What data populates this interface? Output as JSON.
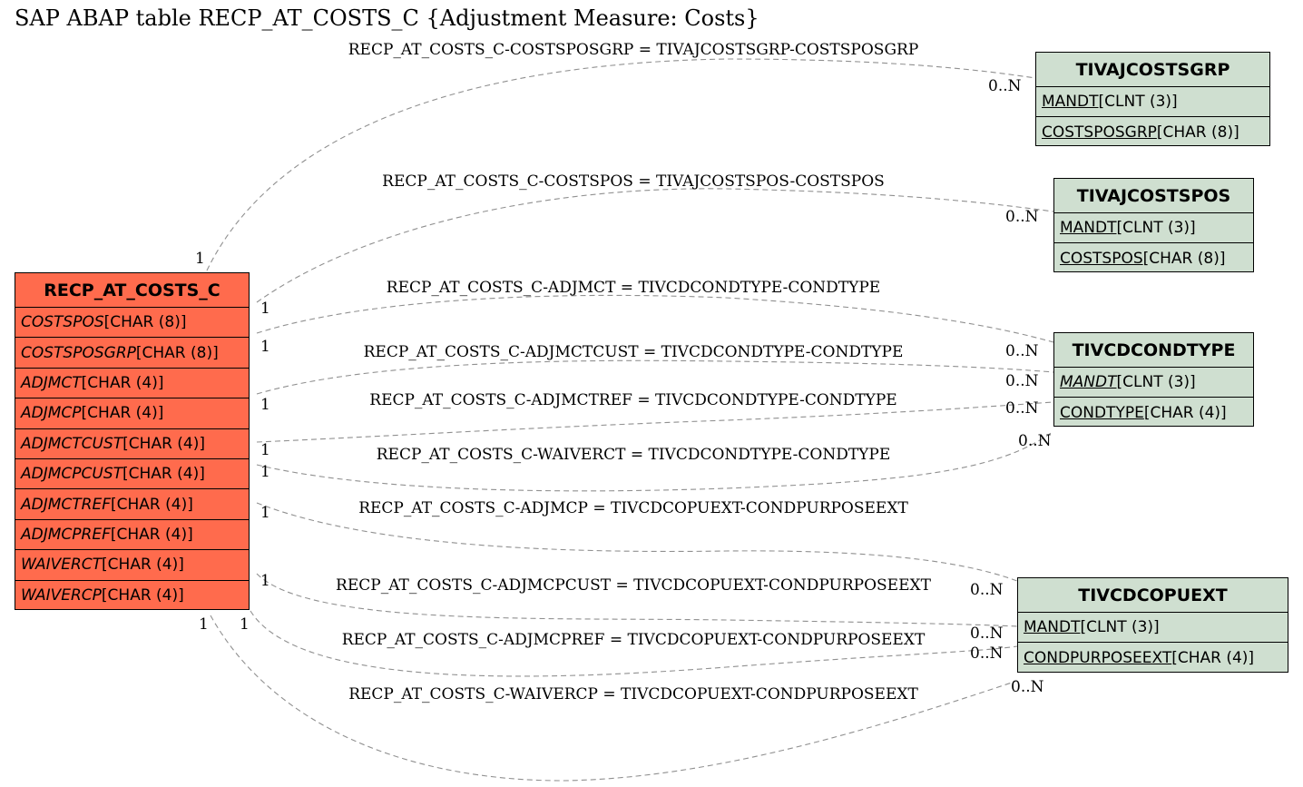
{
  "title": "SAP ABAP table RECP_AT_COSTS_C {Adjustment Measure: Costs}",
  "colors": {
    "main_table": "#ff6b4d",
    "ref_table": "#cfdfd0",
    "link": "#909090"
  },
  "main_table": {
    "name": "RECP_AT_COSTS_C",
    "fields": [
      {
        "name": "COSTSPOS",
        "type": " [CHAR (8)]"
      },
      {
        "name": "COSTSPOSGRP",
        "type": " [CHAR (8)]"
      },
      {
        "name": "ADJMCT",
        "type": " [CHAR (4)]"
      },
      {
        "name": "ADJMCP",
        "type": " [CHAR (4)]"
      },
      {
        "name": "ADJMCTCUST",
        "type": " [CHAR (4)]"
      },
      {
        "name": "ADJMCPCUST",
        "type": " [CHAR (4)]"
      },
      {
        "name": "ADJMCTREF",
        "type": " [CHAR (4)]"
      },
      {
        "name": "ADJMCPREF",
        "type": " [CHAR (4)]"
      },
      {
        "name": "WAIVERCT",
        "type": " [CHAR (4)]"
      },
      {
        "name": "WAIVERCP",
        "type": " [CHAR (4)]"
      }
    ]
  },
  "ref_tables": [
    {
      "name": "TIVAJCOSTSGRP",
      "fields": [
        {
          "name": "MANDT",
          "type": " [CLNT (3)]"
        },
        {
          "name": "COSTSPOSGRP",
          "type": " [CHAR (8)]"
        }
      ]
    },
    {
      "name": "TIVAJCOSTSPOS",
      "fields": [
        {
          "name": "MANDT",
          "type": " [CLNT (3)]"
        },
        {
          "name": "COSTSPOS",
          "type": " [CHAR (8)]"
        }
      ]
    },
    {
      "name": "TIVCDCONDTYPE",
      "fields": [
        {
          "name": "MANDT",
          "type": " [CLNT (3)]"
        },
        {
          "name": "CONDTYPE",
          "type": " [CHAR (4)]"
        }
      ]
    },
    {
      "name": "TIVCDCOPUEXT",
      "fields": [
        {
          "name": "MANDT",
          "type": " [CLNT (3)]"
        },
        {
          "name": "CONDPURPOSEEXT",
          "type": " [CHAR (4)]"
        }
      ]
    }
  ],
  "relationships": [
    {
      "label": "RECP_AT_COSTS_C-COSTSPOSGRP = TIVAJCOSTSGRP-COSTSPOSGRP",
      "from_card": "1",
      "to_card": "0..N"
    },
    {
      "label": "RECP_AT_COSTS_C-COSTSPOS = TIVAJCOSTSPOS-COSTSPOS",
      "from_card": "1",
      "to_card": "0..N"
    },
    {
      "label": "RECP_AT_COSTS_C-ADJMCT = TIVCDCONDTYPE-CONDTYPE",
      "from_card": "1",
      "to_card": "0..N"
    },
    {
      "label": "RECP_AT_COSTS_C-ADJMCTCUST = TIVCDCONDTYPE-CONDTYPE",
      "from_card": "1",
      "to_card": "0..N"
    },
    {
      "label": "RECP_AT_COSTS_C-ADJMCTREF = TIVCDCONDTYPE-CONDTYPE",
      "from_card": "1",
      "to_card": "0..N"
    },
    {
      "label": "RECP_AT_COSTS_C-WAIVERCT = TIVCDCONDTYPE-CONDTYPE",
      "from_card": "1",
      "to_card": "0..N"
    },
    {
      "label": "RECP_AT_COSTS_C-ADJMCP = TIVCDCOPUEXT-CONDPURPOSEEXT",
      "from_card": "1",
      "to_card": "0..N"
    },
    {
      "label": "RECP_AT_COSTS_C-ADJMCPCUST = TIVCDCOPUEXT-CONDPURPOSEEXT",
      "from_card": "1",
      "to_card": "0..N"
    },
    {
      "label": "RECP_AT_COSTS_C-ADJMCPREF = TIVCDCOPUEXT-CONDPURPOSEEXT",
      "from_card": "1",
      "to_card": "0..N"
    },
    {
      "label": "RECP_AT_COSTS_C-WAIVERCP = TIVCDCOPUEXT-CONDPURPOSEEXT",
      "from_card": "1",
      "to_card": "0..N"
    }
  ]
}
